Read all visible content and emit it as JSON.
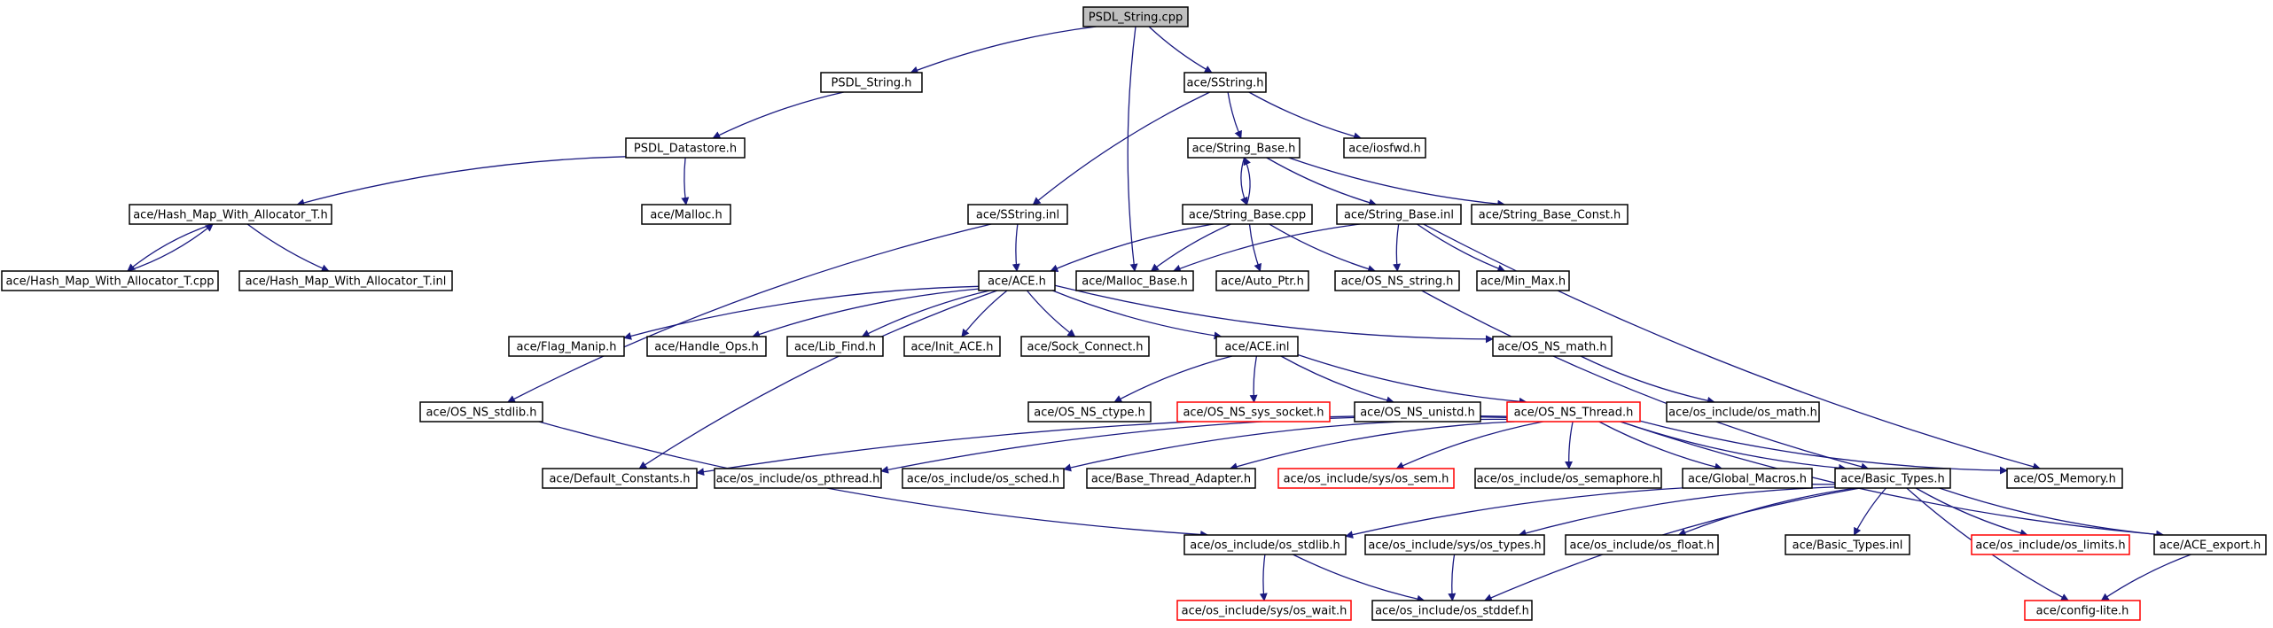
{
  "colors": {
    "edge": "#1a1a80",
    "node_border": "#000000",
    "node_fill": "#ffffff",
    "root_fill": "#bfbfbf",
    "missing_border": "#ff0000",
    "text": "#000000"
  },
  "nodes": {
    "root": {
      "label": "PSDL_String.cpp",
      "kind": "root"
    },
    "psdl_string_h": {
      "label": "PSDL_String.h",
      "kind": "normal"
    },
    "sstring_h": {
      "label": "ace/SString.h",
      "kind": "normal"
    },
    "psdl_datastore": {
      "label": "PSDL_Datastore.h",
      "kind": "normal"
    },
    "string_base_h": {
      "label": "ace/String_Base.h",
      "kind": "normal"
    },
    "iosfwd": {
      "label": "ace/iosfwd.h",
      "kind": "normal"
    },
    "hash_map_h": {
      "label": "ace/Hash_Map_With_Allocator_T.h",
      "kind": "normal"
    },
    "malloc_h": {
      "label": "ace/Malloc.h",
      "kind": "normal"
    },
    "sstring_inl": {
      "label": "ace/SString.inl",
      "kind": "normal"
    },
    "string_base_cpp": {
      "label": "ace/String_Base.cpp",
      "kind": "normal"
    },
    "string_base_inl": {
      "label": "ace/String_Base.inl",
      "kind": "normal"
    },
    "string_base_const": {
      "label": "ace/String_Base_Const.h",
      "kind": "normal"
    },
    "hash_map_cpp": {
      "label": "ace/Hash_Map_With_Allocator_T.cpp",
      "kind": "normal"
    },
    "hash_map_inl": {
      "label": "ace/Hash_Map_With_Allocator_T.inl",
      "kind": "normal"
    },
    "ace_h": {
      "label": "ace/ACE.h",
      "kind": "normal"
    },
    "malloc_base": {
      "label": "ace/Malloc_Base.h",
      "kind": "normal"
    },
    "auto_ptr": {
      "label": "ace/Auto_Ptr.h",
      "kind": "normal"
    },
    "os_ns_string": {
      "label": "ace/OS_NS_string.h",
      "kind": "normal"
    },
    "min_max": {
      "label": "ace/Min_Max.h",
      "kind": "normal"
    },
    "flag_manip": {
      "label": "ace/Flag_Manip.h",
      "kind": "normal"
    },
    "handle_ops": {
      "label": "ace/Handle_Ops.h",
      "kind": "normal"
    },
    "lib_find": {
      "label": "ace/Lib_Find.h",
      "kind": "normal"
    },
    "init_ace": {
      "label": "ace/Init_ACE.h",
      "kind": "normal"
    },
    "sock_connect": {
      "label": "ace/Sock_Connect.h",
      "kind": "normal"
    },
    "ace_inl": {
      "label": "ace/ACE.inl",
      "kind": "normal"
    },
    "os_ns_math": {
      "label": "ace/OS_NS_math.h",
      "kind": "normal"
    },
    "os_ns_stdlib": {
      "label": "ace/OS_NS_stdlib.h",
      "kind": "normal"
    },
    "os_ns_ctype": {
      "label": "ace/OS_NS_ctype.h",
      "kind": "normal"
    },
    "os_ns_sys_socket": {
      "label": "ace/OS_NS_sys_socket.h",
      "kind": "missing"
    },
    "os_ns_unistd": {
      "label": "ace/OS_NS_unistd.h",
      "kind": "normal"
    },
    "os_ns_thread": {
      "label": "ace/OS_NS_Thread.h",
      "kind": "missing"
    },
    "os_math": {
      "label": "ace/os_include/os_math.h",
      "kind": "normal"
    },
    "default_constants": {
      "label": "ace/Default_Constants.h",
      "kind": "normal"
    },
    "os_pthread": {
      "label": "ace/os_include/os_pthread.h",
      "kind": "normal"
    },
    "os_sched": {
      "label": "ace/os_include/os_sched.h",
      "kind": "normal"
    },
    "base_thread_adapter": {
      "label": "ace/Base_Thread_Adapter.h",
      "kind": "normal"
    },
    "os_sem": {
      "label": "ace/os_include/sys/os_sem.h",
      "kind": "missing"
    },
    "os_semaphore": {
      "label": "ace/os_include/os_semaphore.h",
      "kind": "normal"
    },
    "global_macros": {
      "label": "ace/Global_Macros.h",
      "kind": "normal"
    },
    "basic_types_h": {
      "label": "ace/Basic_Types.h",
      "kind": "normal"
    },
    "os_memory": {
      "label": "ace/OS_Memory.h",
      "kind": "normal"
    },
    "os_stdlib": {
      "label": "ace/os_include/os_stdlib.h",
      "kind": "normal"
    },
    "os_types": {
      "label": "ace/os_include/sys/os_types.h",
      "kind": "normal"
    },
    "os_float": {
      "label": "ace/os_include/os_float.h",
      "kind": "normal"
    },
    "basic_types_inl": {
      "label": "ace/Basic_Types.inl",
      "kind": "normal"
    },
    "os_limits": {
      "label": "ace/os_include/os_limits.h",
      "kind": "missing"
    },
    "ace_export": {
      "label": "ace/ACE_export.h",
      "kind": "normal"
    },
    "os_wait": {
      "label": "ace/os_include/sys/os_wait.h",
      "kind": "missing"
    },
    "os_stddef": {
      "label": "ace/os_include/os_stddef.h",
      "kind": "normal"
    },
    "config_lite": {
      "label": "ace/config-lite.h",
      "kind": "missing"
    }
  },
  "edges": [
    [
      "root",
      "psdl_string_h"
    ],
    [
      "root",
      "sstring_h"
    ],
    [
      "root",
      "malloc_base"
    ],
    [
      "psdl_string_h",
      "psdl_datastore"
    ],
    [
      "psdl_datastore",
      "hash_map_h"
    ],
    [
      "psdl_datastore",
      "malloc_h"
    ],
    [
      "hash_map_h",
      "hash_map_cpp"
    ],
    [
      "hash_map_h",
      "hash_map_inl"
    ],
    [
      "hash_map_cpp",
      "hash_map_h"
    ],
    [
      "sstring_h",
      "string_base_h"
    ],
    [
      "sstring_h",
      "iosfwd"
    ],
    [
      "sstring_h",
      "sstring_inl"
    ],
    [
      "string_base_h",
      "string_base_cpp"
    ],
    [
      "string_base_cpp",
      "string_base_h"
    ],
    [
      "string_base_h",
      "string_base_inl"
    ],
    [
      "string_base_h",
      "string_base_const"
    ],
    [
      "sstring_inl",
      "ace_h"
    ],
    [
      "sstring_inl",
      "os_ns_stdlib"
    ],
    [
      "string_base_cpp",
      "ace_h"
    ],
    [
      "string_base_cpp",
      "malloc_base"
    ],
    [
      "string_base_cpp",
      "auto_ptr"
    ],
    [
      "string_base_cpp",
      "os_ns_string"
    ],
    [
      "string_base_inl",
      "malloc_base"
    ],
    [
      "string_base_inl",
      "os_ns_string"
    ],
    [
      "string_base_inl",
      "min_max"
    ],
    [
      "string_base_inl",
      "os_memory"
    ],
    [
      "os_ns_string",
      "basic_types_h"
    ],
    [
      "ace_h",
      "flag_manip"
    ],
    [
      "ace_h",
      "handle_ops"
    ],
    [
      "ace_h",
      "lib_find"
    ],
    [
      "ace_h",
      "init_ace"
    ],
    [
      "ace_h",
      "sock_connect"
    ],
    [
      "ace_h",
      "ace_inl"
    ],
    [
      "ace_h",
      "os_ns_math"
    ],
    [
      "ace_h",
      "default_constants"
    ],
    [
      "ace_inl",
      "os_ns_ctype"
    ],
    [
      "ace_inl",
      "os_ns_sys_socket"
    ],
    [
      "ace_inl",
      "os_ns_unistd"
    ],
    [
      "ace_inl",
      "os_ns_thread"
    ],
    [
      "os_ns_math",
      "os_math"
    ],
    [
      "os_ns_stdlib",
      "os_stdlib"
    ],
    [
      "os_ns_thread",
      "default_constants"
    ],
    [
      "os_ns_thread",
      "os_pthread"
    ],
    [
      "os_ns_thread",
      "os_sched"
    ],
    [
      "os_ns_thread",
      "base_thread_adapter"
    ],
    [
      "os_ns_thread",
      "os_sem"
    ],
    [
      "os_ns_thread",
      "os_semaphore"
    ],
    [
      "os_ns_thread",
      "global_macros"
    ],
    [
      "os_ns_thread",
      "basic_types_h"
    ],
    [
      "os_ns_thread",
      "os_memory"
    ],
    [
      "os_ns_thread",
      "ace_export"
    ],
    [
      "basic_types_h",
      "os_stdlib"
    ],
    [
      "basic_types_h",
      "os_types"
    ],
    [
      "basic_types_h",
      "os_float"
    ],
    [
      "basic_types_h",
      "basic_types_inl"
    ],
    [
      "basic_types_h",
      "os_limits"
    ],
    [
      "basic_types_h",
      "ace_export"
    ],
    [
      "basic_types_h",
      "os_stddef"
    ],
    [
      "basic_types_h",
      "config_lite"
    ],
    [
      "os_stdlib",
      "os_wait"
    ],
    [
      "os_stdlib",
      "os_stddef"
    ],
    [
      "os_types",
      "os_stddef"
    ],
    [
      "ace_export",
      "config_lite"
    ]
  ]
}
